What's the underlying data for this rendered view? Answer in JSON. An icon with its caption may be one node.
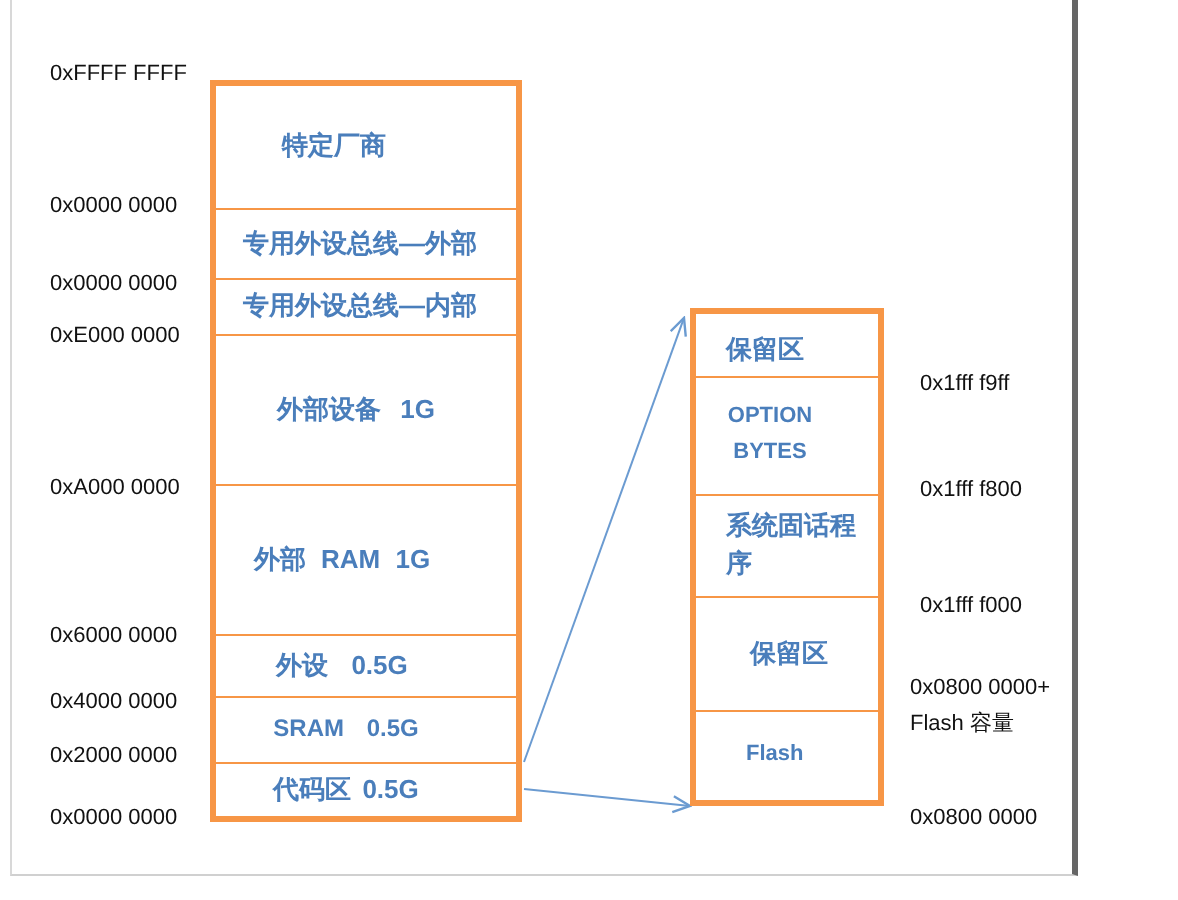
{
  "diagram": {
    "nodes": [
      {
        "text": [],
        "shape": "box"
      },
      {
        "text": [
          "特定厂商"
        ],
        "in": 0
      },
      {
        "text": [
          "专用外设总线—外部"
        ],
        "in": 0
      },
      {
        "text": [
          "专用外设总线—内部"
        ],
        "in": 0
      },
      {
        "text": [
          "外部设备 1G"
        ],
        "in": 0
      },
      {
        "text": [
          "外部 RAM 1G"
        ],
        "in": 0
      },
      {
        "text": [
          "外设 0.5G"
        ],
        "in": 0
      },
      {
        "text": [
          "SRAM 0.5G"
        ],
        "in": 0
      },
      {
        "text": [
          "代码区 0.5G"
        ],
        "in": 0
      },
      {
        "text": [],
        "shape": "box"
      },
      {
        "text": [
          "保留区"
        ],
        "in": 9
      },
      {
        "text": [
          "OPTION BYTES"
        ],
        "in": 9
      },
      {
        "text": [
          "系统固话程序"
        ],
        "in": 9
      },
      {
        "text": [
          "保留区"
        ],
        "in": 9
      },
      {
        "text": [
          "Flash"
        ],
        "in": 9
      }
    ],
    "edges": [
      {
        "from": 8,
        "to": 9,
        "arrow": "to"
      },
      {
        "from": 8,
        "to": 9,
        "arrow": "to"
      }
    ],
    "labels": [
      "0xFFFF FFFF",
      "0x0000 0000",
      "0x0000 0000",
      "0xE000 0000",
      "0xA000 0000",
      "0x6000 0000",
      "0x4000 0000",
      "0x2000 0000",
      "0x0000 0000",
      "0x1fff f9ff",
      "0x1fff f800",
      "0x1fff f000",
      "0x0800 0000+ Flash 容量",
      "0x0800 0000"
    ]
  }
}
